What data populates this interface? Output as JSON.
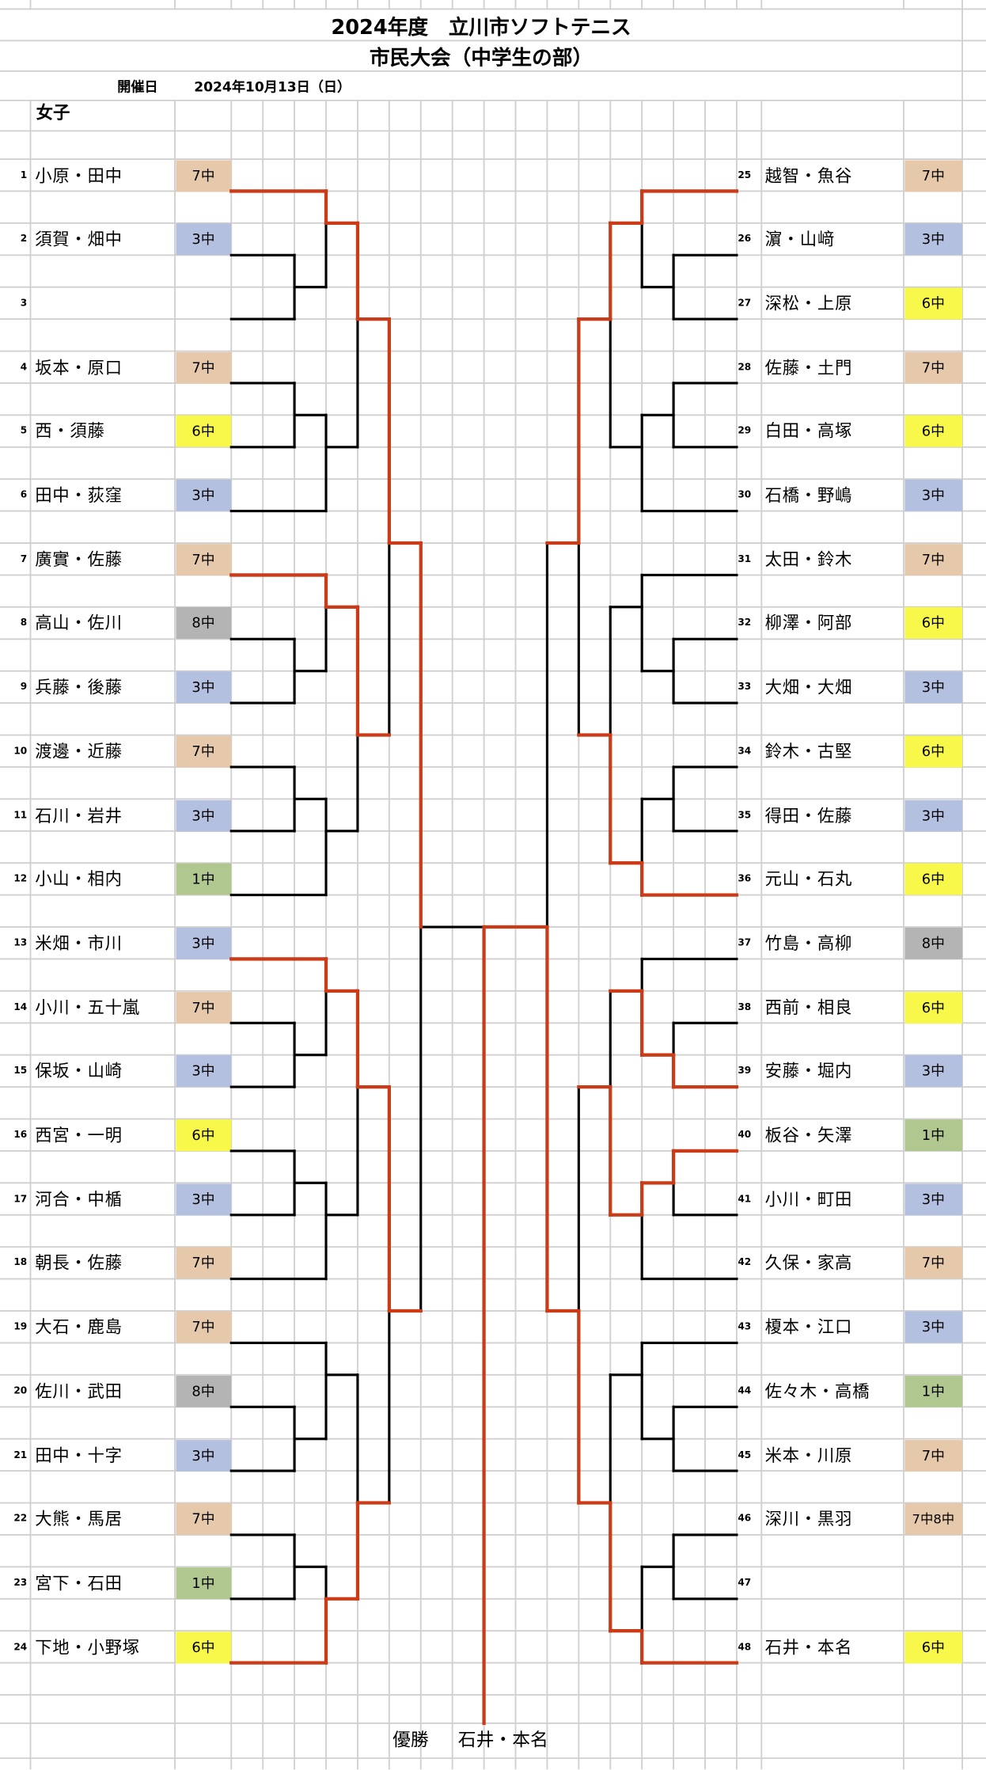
{
  "header": {
    "title": "2024年度　立川市ソフトテニス",
    "subtitle": "市民大会（中学生の部）",
    "date_label": "開催日",
    "date": "2024年10月13日（日）",
    "category": "女子"
  },
  "school_colors": {
    "7中": "#e6c8aa",
    "3中": "#b4c0e0",
    "6中": "#f8f84a",
    "8中": "#b4b4b4",
    "1中": "#b0c890",
    "7中8中": "#e6c8aa"
  },
  "line_colors": {
    "winner": "#cc3b18",
    "normal": "#000000"
  },
  "left_players": [
    {
      "no": "1",
      "name": "小原・田中",
      "school": "7中"
    },
    {
      "no": "2",
      "name": "須賀・畑中",
      "school": "3中"
    },
    {
      "no": "3",
      "name": "",
      "school": ""
    },
    {
      "no": "4",
      "name": "坂本・原口",
      "school": "7中"
    },
    {
      "no": "5",
      "name": "西・須藤",
      "school": "6中"
    },
    {
      "no": "6",
      "name": "田中・荻窪",
      "school": "3中"
    },
    {
      "no": "7",
      "name": "廣實・佐藤",
      "school": "7中"
    },
    {
      "no": "8",
      "name": "高山・佐川",
      "school": "8中"
    },
    {
      "no": "9",
      "name": "兵藤・後藤",
      "school": "3中"
    },
    {
      "no": "10",
      "name": "渡邊・近藤",
      "school": "7中"
    },
    {
      "no": "11",
      "name": "石川・岩井",
      "school": "3中"
    },
    {
      "no": "12",
      "name": "小山・相内",
      "school": "1中"
    },
    {
      "no": "13",
      "name": "米畑・市川",
      "school": "3中"
    },
    {
      "no": "14",
      "name": "小川・五十嵐",
      "school": "7中"
    },
    {
      "no": "15",
      "name": "保坂・山崎",
      "school": "3中"
    },
    {
      "no": "16",
      "name": "西宮・一明",
      "school": "6中"
    },
    {
      "no": "17",
      "name": "河合・中楯",
      "school": "3中"
    },
    {
      "no": "18",
      "name": "朝長・佐藤",
      "school": "7中"
    },
    {
      "no": "19",
      "name": "大石・鹿島",
      "school": "7中"
    },
    {
      "no": "20",
      "name": "佐川・武田",
      "school": "8中"
    },
    {
      "no": "21",
      "name": "田中・十字",
      "school": "3中"
    },
    {
      "no": "22",
      "name": "大熊・馬居",
      "school": "7中"
    },
    {
      "no": "23",
      "name": "宮下・石田",
      "school": "1中"
    },
    {
      "no": "24",
      "name": "下地・小野塚",
      "school": "6中"
    }
  ],
  "right_players": [
    {
      "no": "25",
      "name": "越智・魚谷",
      "school": "7中"
    },
    {
      "no": "26",
      "name": "濵・山﨑",
      "school": "3中"
    },
    {
      "no": "27",
      "name": "深松・上原",
      "school": "6中"
    },
    {
      "no": "28",
      "name": "佐藤・土門",
      "school": "7中"
    },
    {
      "no": "29",
      "name": "白田・高塚",
      "school": "6中"
    },
    {
      "no": "30",
      "name": "石橋・野嶋",
      "school": "3中"
    },
    {
      "no": "31",
      "name": "太田・鈴木",
      "school": "7中"
    },
    {
      "no": "32",
      "name": "柳澤・阿部",
      "school": "6中"
    },
    {
      "no": "33",
      "name": "大畑・大畑",
      "school": "3中"
    },
    {
      "no": "34",
      "name": "鈴木・古堅",
      "school": "6中"
    },
    {
      "no": "35",
      "name": "得田・佐藤",
      "school": "3中"
    },
    {
      "no": "36",
      "name": "元山・石丸",
      "school": "6中"
    },
    {
      "no": "37",
      "name": "竹島・高柳",
      "school": "8中"
    },
    {
      "no": "38",
      "name": "西前・相良",
      "school": "6中"
    },
    {
      "no": "39",
      "name": "安藤・堀内",
      "school": "3中"
    },
    {
      "no": "40",
      "name": "板谷・矢澤",
      "school": "1中"
    },
    {
      "no": "41",
      "name": "小川・町田",
      "school": "3中"
    },
    {
      "no": "42",
      "name": "久保・家高",
      "school": "7中"
    },
    {
      "no": "43",
      "name": "榎本・江口",
      "school": "3中"
    },
    {
      "no": "44",
      "name": "佐々木・高橋",
      "school": "1中"
    },
    {
      "no": "45",
      "name": "米本・川原",
      "school": "7中"
    },
    {
      "no": "46",
      "name": "深川・黒羽",
      "school": "7中8中"
    },
    {
      "no": "47",
      "name": "",
      "school": ""
    },
    {
      "no": "48",
      "name": "石井・本名",
      "school": "6中"
    }
  ],
  "result": {
    "label": "優勝",
    "champion": "石井・本名"
  }
}
